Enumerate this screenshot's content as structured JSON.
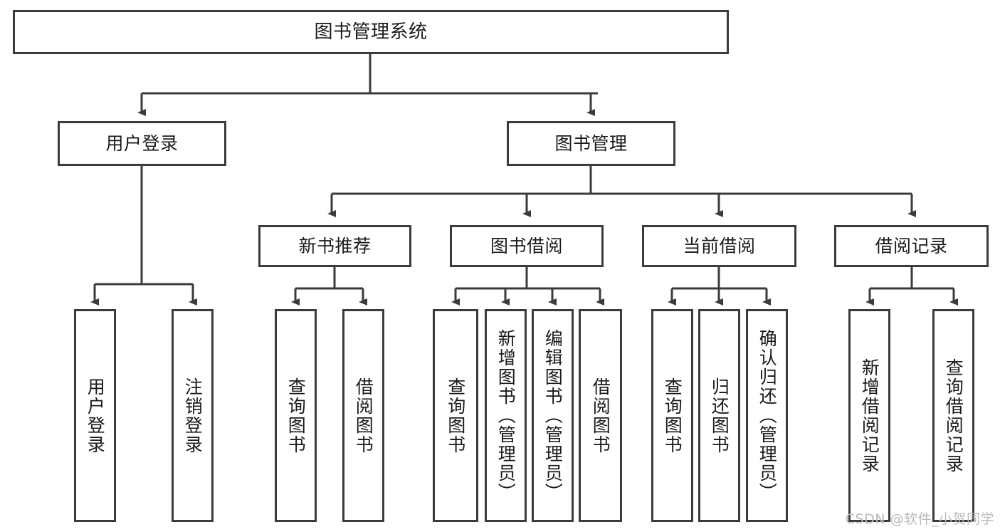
{
  "diagram": {
    "title": "图书管理系统",
    "type": "hierarchy-tree",
    "colors": {
      "stroke": "#3b3b3b",
      "fill": "#ffffff",
      "text": "#1a1a1a",
      "watermark": "#b9b9b9"
    },
    "root": {
      "label": "图书管理系统"
    },
    "level2": [
      {
        "label": "用户登录"
      },
      {
        "label": "图书管理"
      }
    ],
    "level3": [
      {
        "label": "新书推荐"
      },
      {
        "label": "图书借阅"
      },
      {
        "label": "当前借阅"
      },
      {
        "label": "借阅记录"
      }
    ],
    "leaves": {
      "user_login": [
        {
          "label": "用户登录"
        },
        {
          "label": "注销登录"
        }
      ],
      "new_book_recommend": [
        {
          "label": "查询图书"
        },
        {
          "label": "借阅图书"
        }
      ],
      "book_borrow": [
        {
          "label": "查询图书"
        },
        {
          "label": "新增图书（管理员）"
        },
        {
          "label": "编辑图书（管理员）"
        },
        {
          "label": "借阅图书"
        }
      ],
      "current_borrow": [
        {
          "label": "查询图书"
        },
        {
          "label": "归还图书"
        },
        {
          "label": "确认归还（管理员）"
        }
      ],
      "borrow_record": [
        {
          "label": "新增借阅记录"
        },
        {
          "label": "查询借阅记录"
        }
      ]
    }
  },
  "watermark": {
    "text": "CSDN @软件_小贺同学"
  }
}
